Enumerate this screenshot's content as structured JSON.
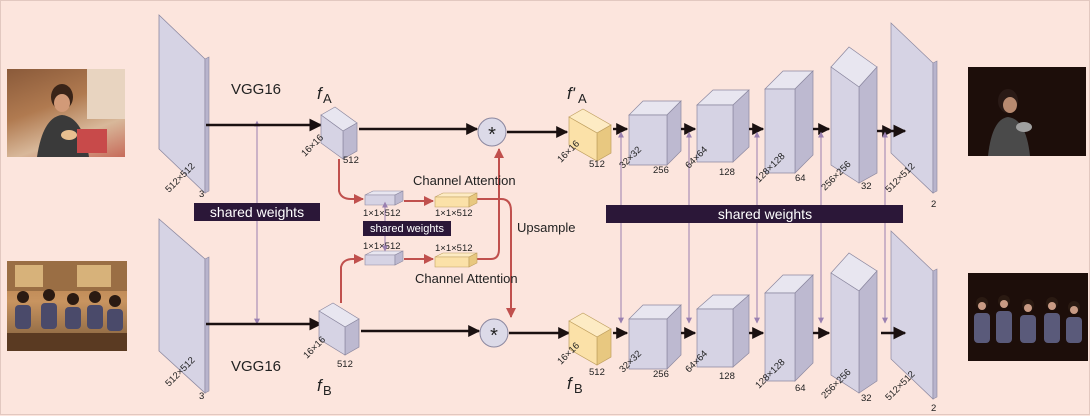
{
  "labels": {
    "vgg_top": "VGG16",
    "vgg_bottom": "VGG16",
    "fA_main": "f",
    "fA_sub": "A",
    "fB_main": "f",
    "fB_sub": "B",
    "fpA_main": "f'",
    "fpA_sub": "A",
    "fpB_main": "f",
    "fpB_sub": "B",
    "shared_left": "shared weights",
    "shared_mid": "shared weights",
    "shared_right": "shared weights",
    "channel_attention_top": "Channel Attention",
    "channel_attention_bottom": "Channel Attention",
    "upsample": "Upsample",
    "star": "*"
  },
  "dims": {
    "input_top_side": "512×512",
    "input_top_depth": "3",
    "input_bot_side": "512×512",
    "input_bot_depth": "3",
    "feat_top_side": "16×16",
    "feat_top_depth": "512",
    "feat_bot_side": "16×16",
    "feat_bot_depth": "512",
    "att_1": "1×1×512",
    "att_2": "1×1×512",
    "att_3": "1×1×512",
    "att_4": "1×1×512",
    "yel_top_side": "16×16",
    "yel_top_depth": "512",
    "yel_bot_side": "16×16",
    "yel_bot_depth": "512",
    "dec_sides": [
      "32×32",
      "64×64",
      "128×128",
      "256×256",
      "512×512"
    ],
    "dec_depths": [
      "256",
      "128",
      "64",
      "32",
      "2"
    ]
  },
  "colors": {
    "background": "#fce5dd",
    "block_face": "#dcdae8",
    "yellow_face": "#fbe1a8",
    "main_arrow": "#1a1010",
    "red_arrow": "#c0504d",
    "purple_link": "#9a80b0",
    "tag_fill": "#2b1738"
  }
}
